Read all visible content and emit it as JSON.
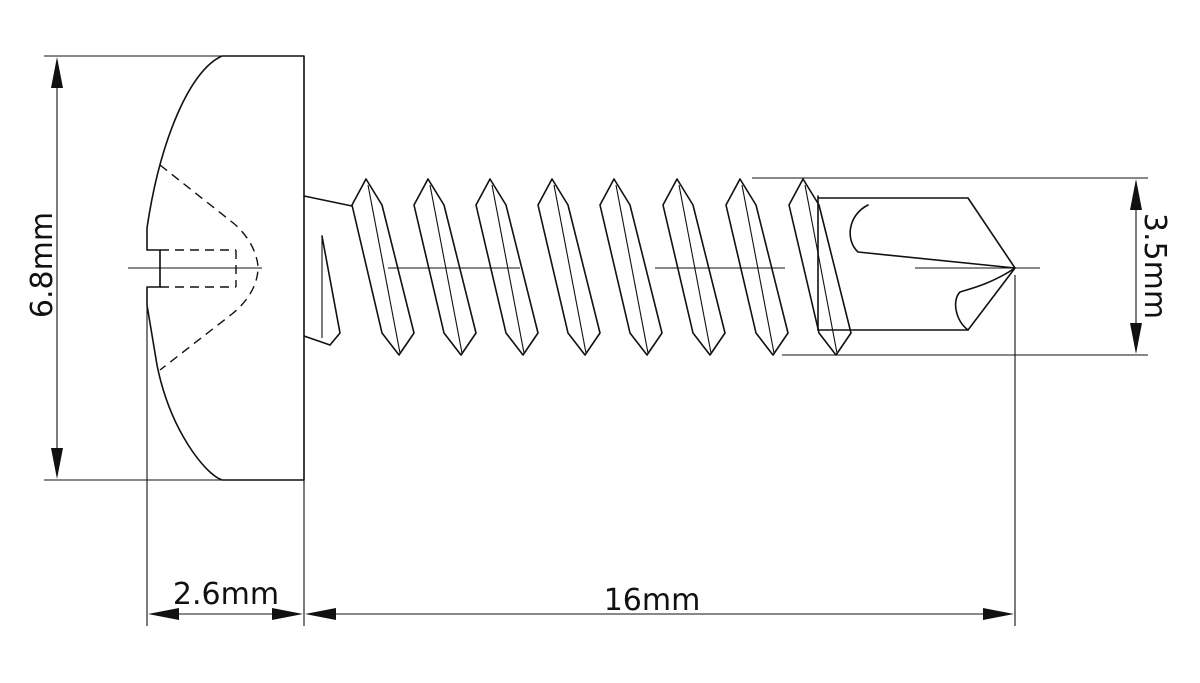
{
  "dimensions": {
    "head_height": "6.8mm",
    "head_thickness": "2.6mm",
    "shank_length": "16mm",
    "thread_diameter": "3.5mm"
  }
}
